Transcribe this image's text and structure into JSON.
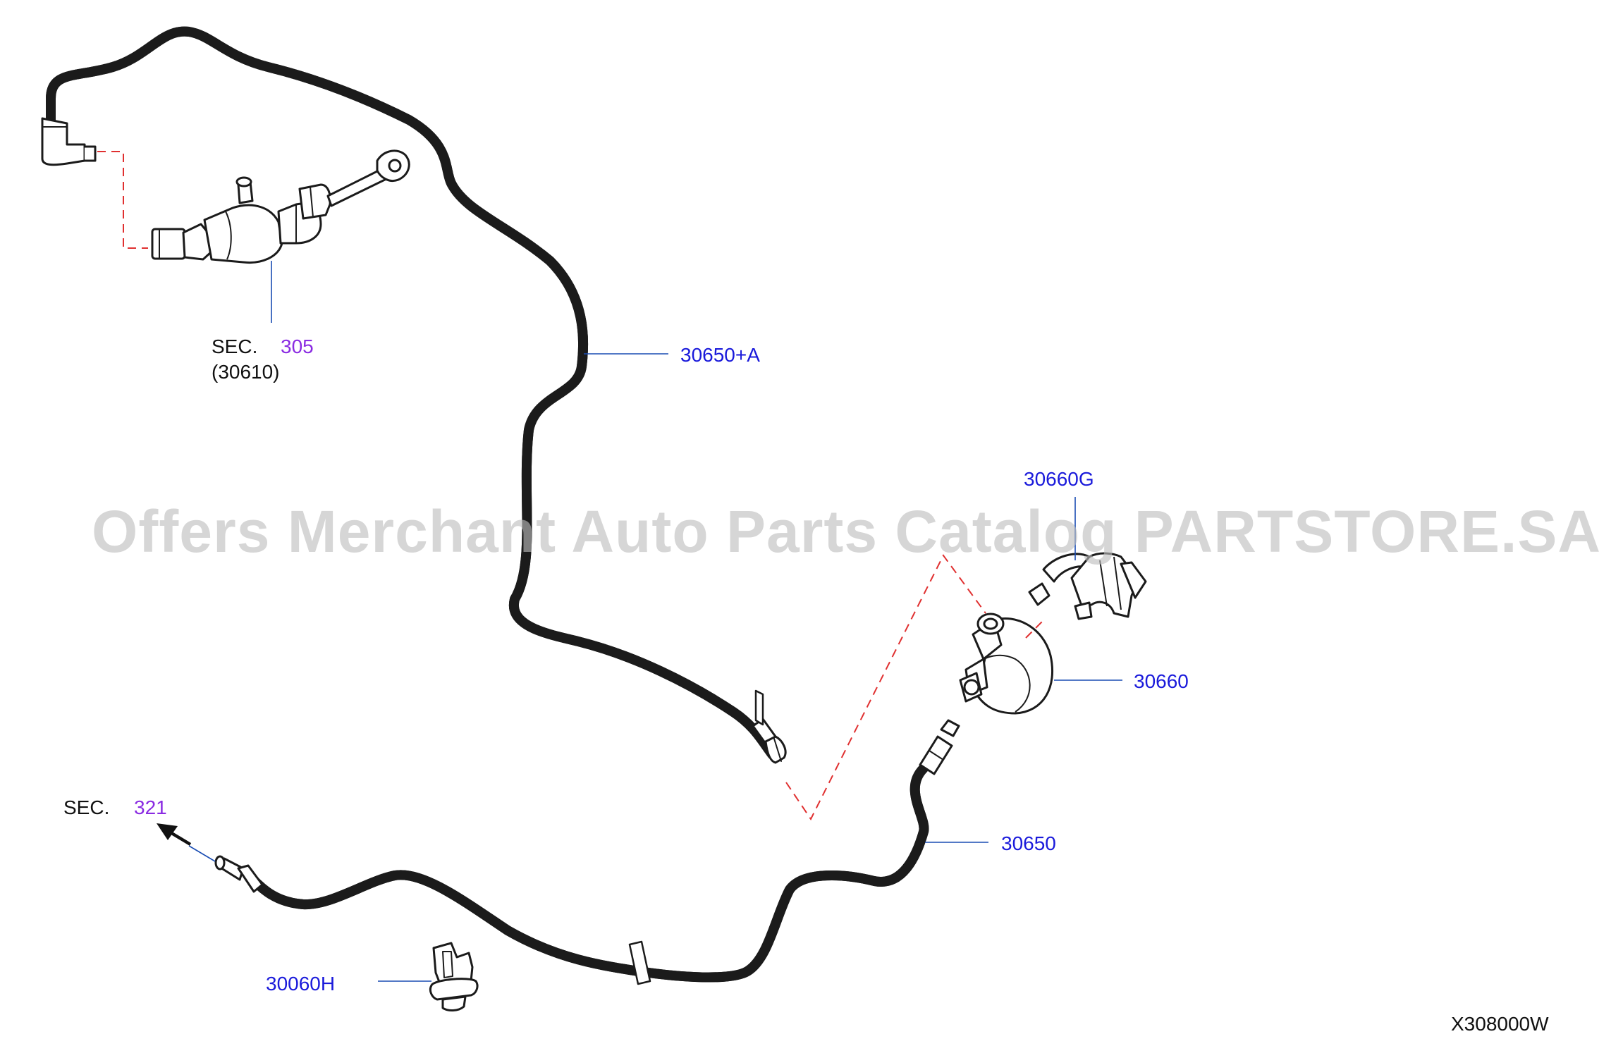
{
  "colors": {
    "part_line": "#1b1b1b",
    "leader": "#1a4db3",
    "dash": "#e03030",
    "part_number": "#1a1adb",
    "section_number": "#8a2be2",
    "watermark": "#bdbdbd"
  },
  "labels": {
    "sec_305_prefix": "SEC.",
    "sec_305_number": "305",
    "sec_305_sub": "(30610)",
    "part_30650a": "30650+A",
    "part_30660g": "30660G",
    "part_30660": "30660",
    "part_30650": "30650",
    "sec_321_prefix": "SEC.",
    "sec_321_number": "321",
    "part_30060h": "30060H",
    "diagram_code": "X308000W"
  },
  "watermark": "Offers Merchant Auto Parts Catalog PARTSTORE.SA"
}
